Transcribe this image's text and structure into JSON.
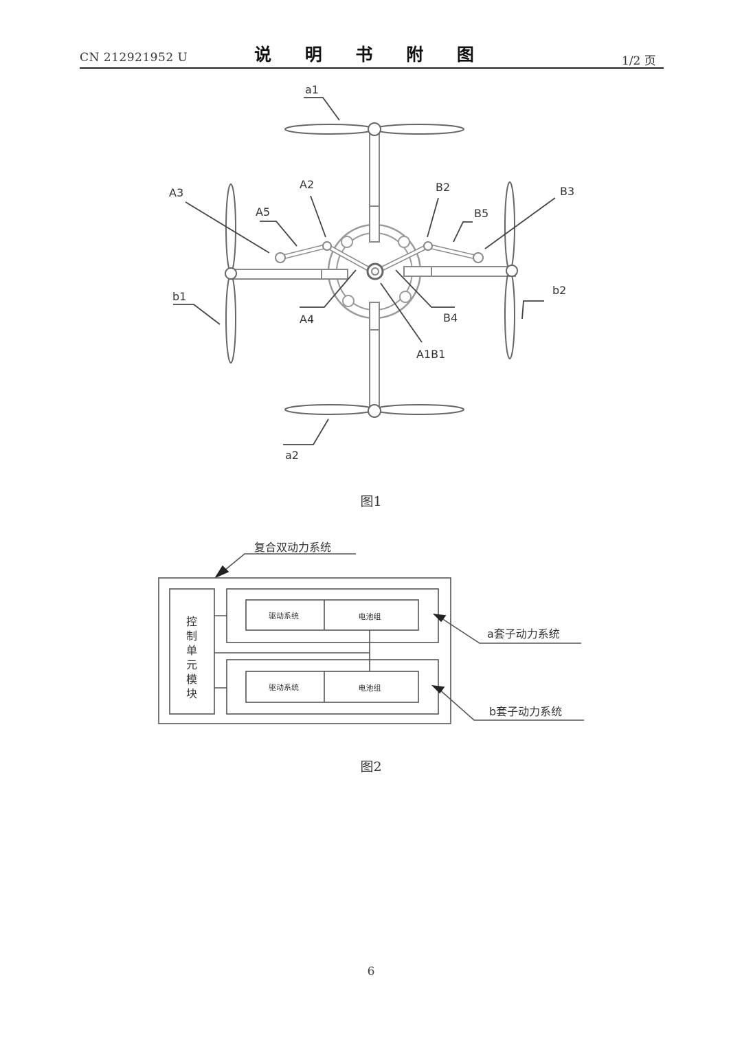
{
  "header": {
    "doc_number": "CN 212921952 U",
    "title": "说 明 书 附 图",
    "page_of": "1/2 页"
  },
  "figure1": {
    "caption": "图1",
    "labels": {
      "a1": "a1",
      "a2": "a2",
      "b1": "b1",
      "b2": "b2",
      "A1B1": "A1B1",
      "A2": "A2",
      "A3": "A3",
      "A4": "A4",
      "A5": "A5",
      "B2": "B2",
      "B3": "B3",
      "B4": "B4",
      "B5": "B5"
    }
  },
  "figure2": {
    "caption": "图2",
    "outer_label": "复合双动力系统",
    "control_unit": [
      "控",
      "制",
      "单",
      "元",
      "模",
      "块"
    ],
    "subsystem_a": {
      "label": "a套子动力系统",
      "drive": "驱动系统",
      "battery": "电池组"
    },
    "subsystem_b": {
      "label": "b套子动力系统",
      "drive": "驱动系统",
      "battery": "电池组"
    }
  },
  "footer": {
    "page_number": "6"
  }
}
